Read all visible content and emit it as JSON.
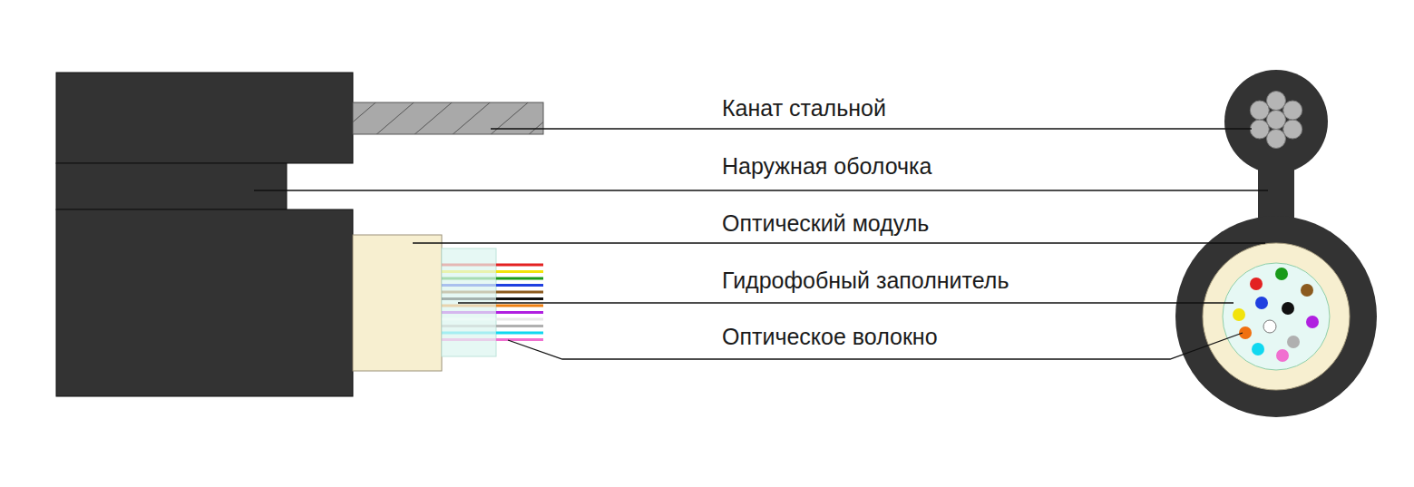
{
  "diagram": {
    "labels": [
      "Канат стальной",
      "Наружная оболочка",
      "Оптический модуль",
      "Гидрофобный заполнитель",
      "Оптическое волокно"
    ]
  }
}
